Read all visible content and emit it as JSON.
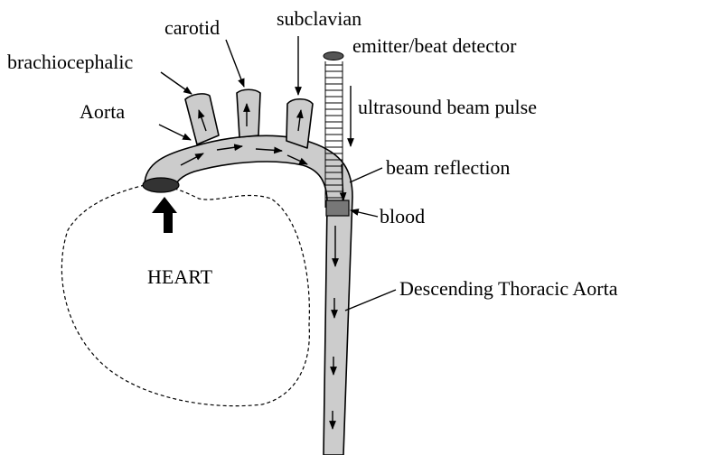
{
  "labels": {
    "subclavian": "subclavian",
    "carotid": "carotid",
    "brachiocephalic": "brachiocephalic",
    "aorta": "Aorta",
    "emitter": "emitter/beat detector",
    "ultrasound_pulse": "ultrasound beam pulse",
    "beam_reflection": "beam reflection",
    "blood": "blood",
    "heart": "HEART",
    "descending": "Descending Thoracic Aorta"
  },
  "colors": {
    "vessel_fill": "#cccccc",
    "outline": "#000000",
    "emitter": "#555555",
    "blood_sample": "#777777",
    "valve": "#333333"
  }
}
